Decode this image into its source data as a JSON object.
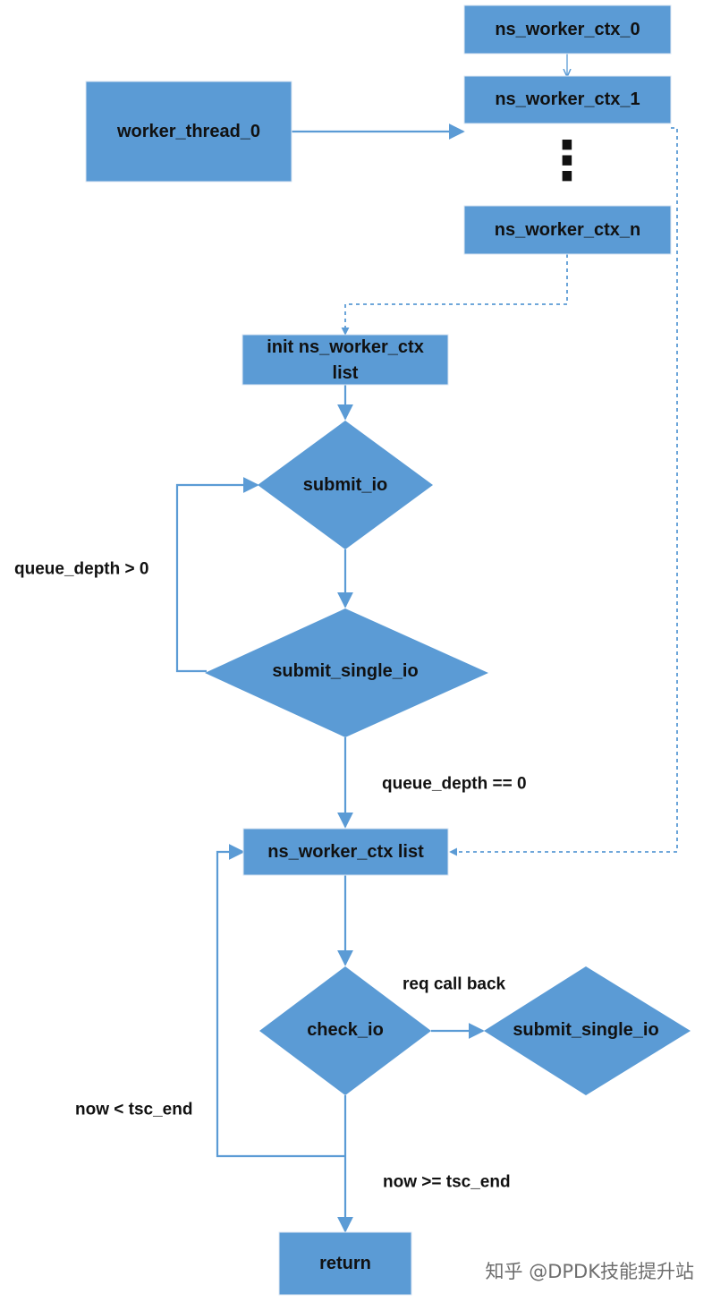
{
  "colors": {
    "fill": "#5b9bd5",
    "edge": "#5b9bd5",
    "text": "#111111",
    "watermark": "#6e6e6e"
  },
  "nodes": {
    "ctx0": "ns_worker_ctx_0",
    "ctx1": "ns_worker_ctx_1",
    "ctxn": "ns_worker_ctx_n",
    "ellipsis": "⋮",
    "thread": "worker_thread_0",
    "init_line1": "init ns_worker_ctx",
    "init_line2": "list",
    "submit_io": "submit_io",
    "submit_single_io": "submit_single_io",
    "ctx_list": "ns_worker_ctx list",
    "check_io": "check_io",
    "submit_single_io_2": "submit_single_io",
    "return": "return"
  },
  "edge_labels": {
    "queue_gt": "queue_depth > 0",
    "queue_eq": "queue_depth == 0",
    "req_cb": "req call back",
    "now_lt": "now < tsc_end",
    "now_ge": "now >= tsc_end"
  },
  "watermark": "知乎 @DPDK技能提升站"
}
